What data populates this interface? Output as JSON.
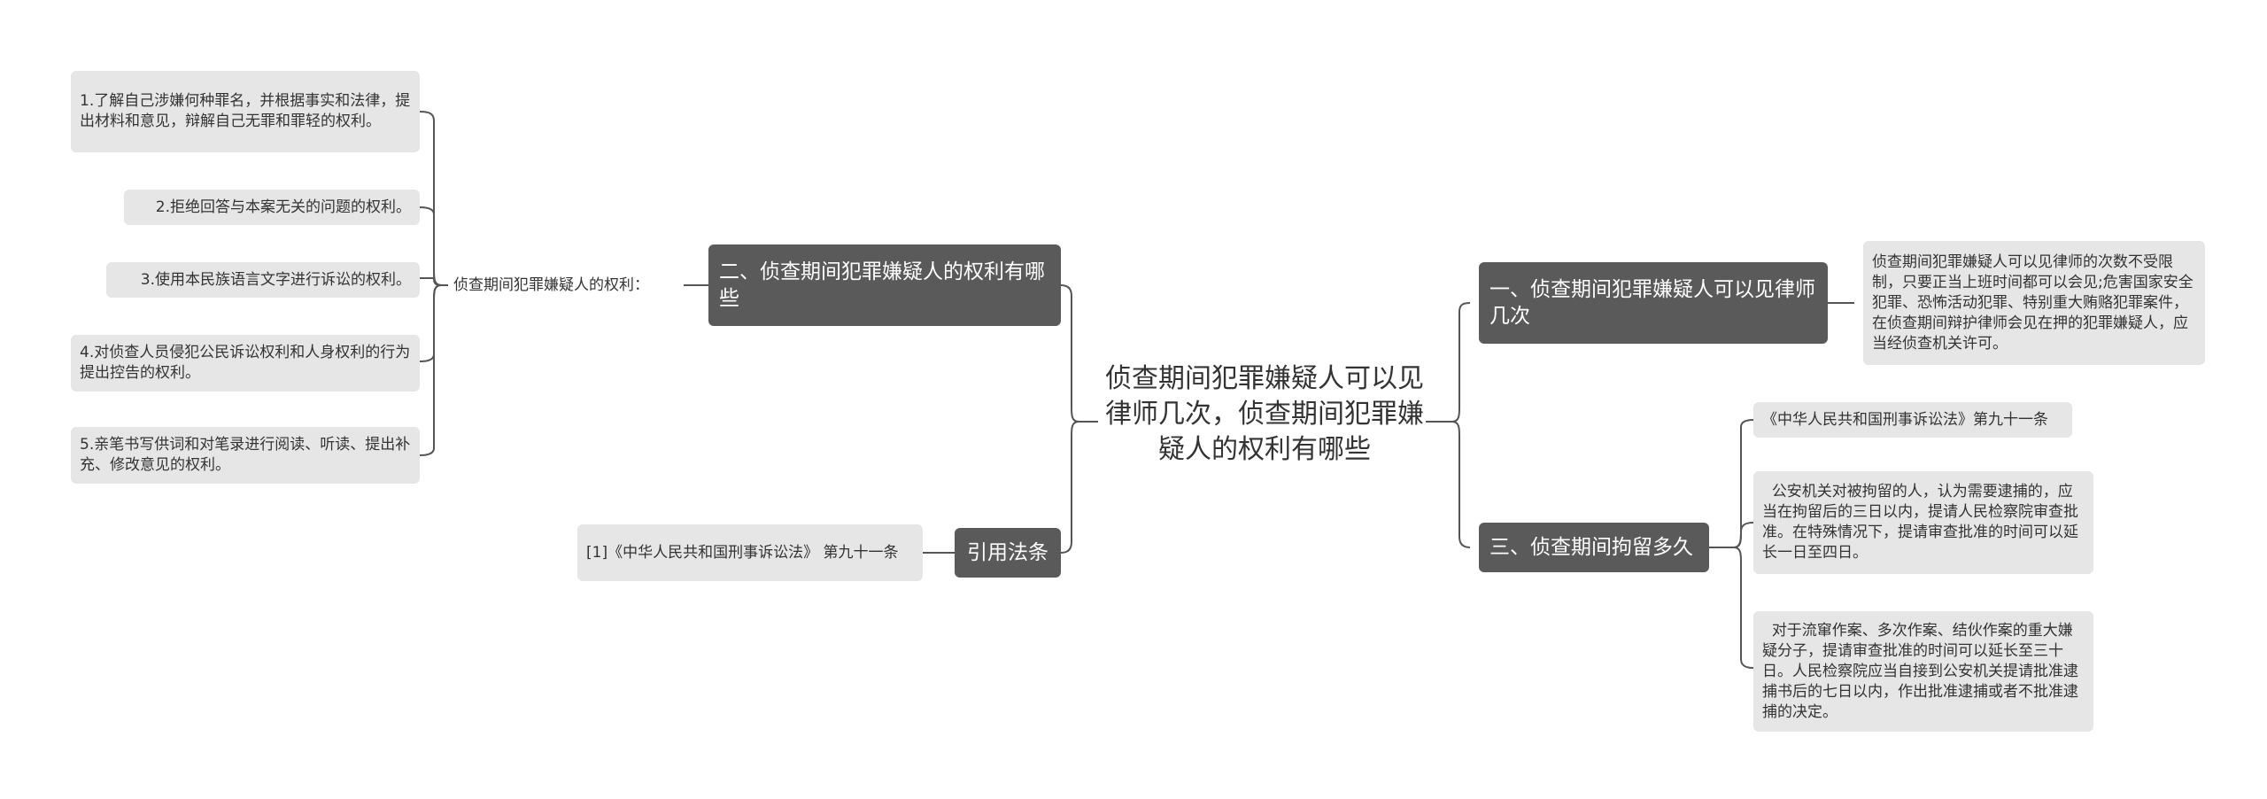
{
  "center": {
    "title": "侦查期间犯罪嫌疑人可以见律师几次，侦查期间犯罪嫌疑人的权利有哪些"
  },
  "left": {
    "rights_branch": {
      "label": "二、侦查期间犯罪嫌疑人的权利有哪些",
      "intermediate": "侦查期间犯罪嫌疑人的权利：",
      "items": [
        "1.了解自己涉嫌何种罪名，并根据事实和法律，提出材料和意见，辩解自己无罪和罪轻的权利。",
        "2.拒绝回答与本案无关的问题的权利。",
        "3.使用本民族语言文字进行诉讼的权利。",
        "4.对侦查人员侵犯公民诉讼权利和人身权利的行为提出控告的权利。",
        "5.亲笔书写供词和对笔录进行阅读、听读、提出补充、修改意见的权利。"
      ]
    },
    "citation_branch": {
      "label": "引用法条",
      "items": [
        "[1]《中华人民共和国刑事诉讼法》 第九十一条"
      ]
    }
  },
  "right": {
    "lawyer_branch": {
      "label": "一、侦查期间犯罪嫌疑人可以见律师几次",
      "items": [
        "侦查期间犯罪嫌疑人可以见律师的次数不受限制，只要正当上班时间都可以会见;危害国家安全犯罪、恐怖活动犯罪、特别重大贿赂犯罪案件，在侦查期间辩护律师会见在押的犯罪嫌疑人，应当经侦查机关许可。"
      ]
    },
    "detention_branch": {
      "label": "三、侦查期间拘留多久",
      "items": [
        "《中华人民共和国刑事诉讼法》第九十一条",
        "  公安机关对被拘留的人，认为需要逮捕的，应当在拘留后的三日以内，提请人民检察院审查批准。在特殊情况下，提请审查批准的时间可以延长一日至四日。",
        "  对于流窜作案、多次作案、结伙作案的重大嫌疑分子，提请审查批准的时间可以延长至三十日。人民检察院应当自接到公安机关提请批准逮捕书后的七日以内，作出批准逮捕或者不批准逮捕的决定。"
      ]
    }
  },
  "colors": {
    "branch_bg": "#5a5a5a",
    "leaf_bg": "#e6e6e6",
    "line": "#555555",
    "text": "#333333"
  }
}
